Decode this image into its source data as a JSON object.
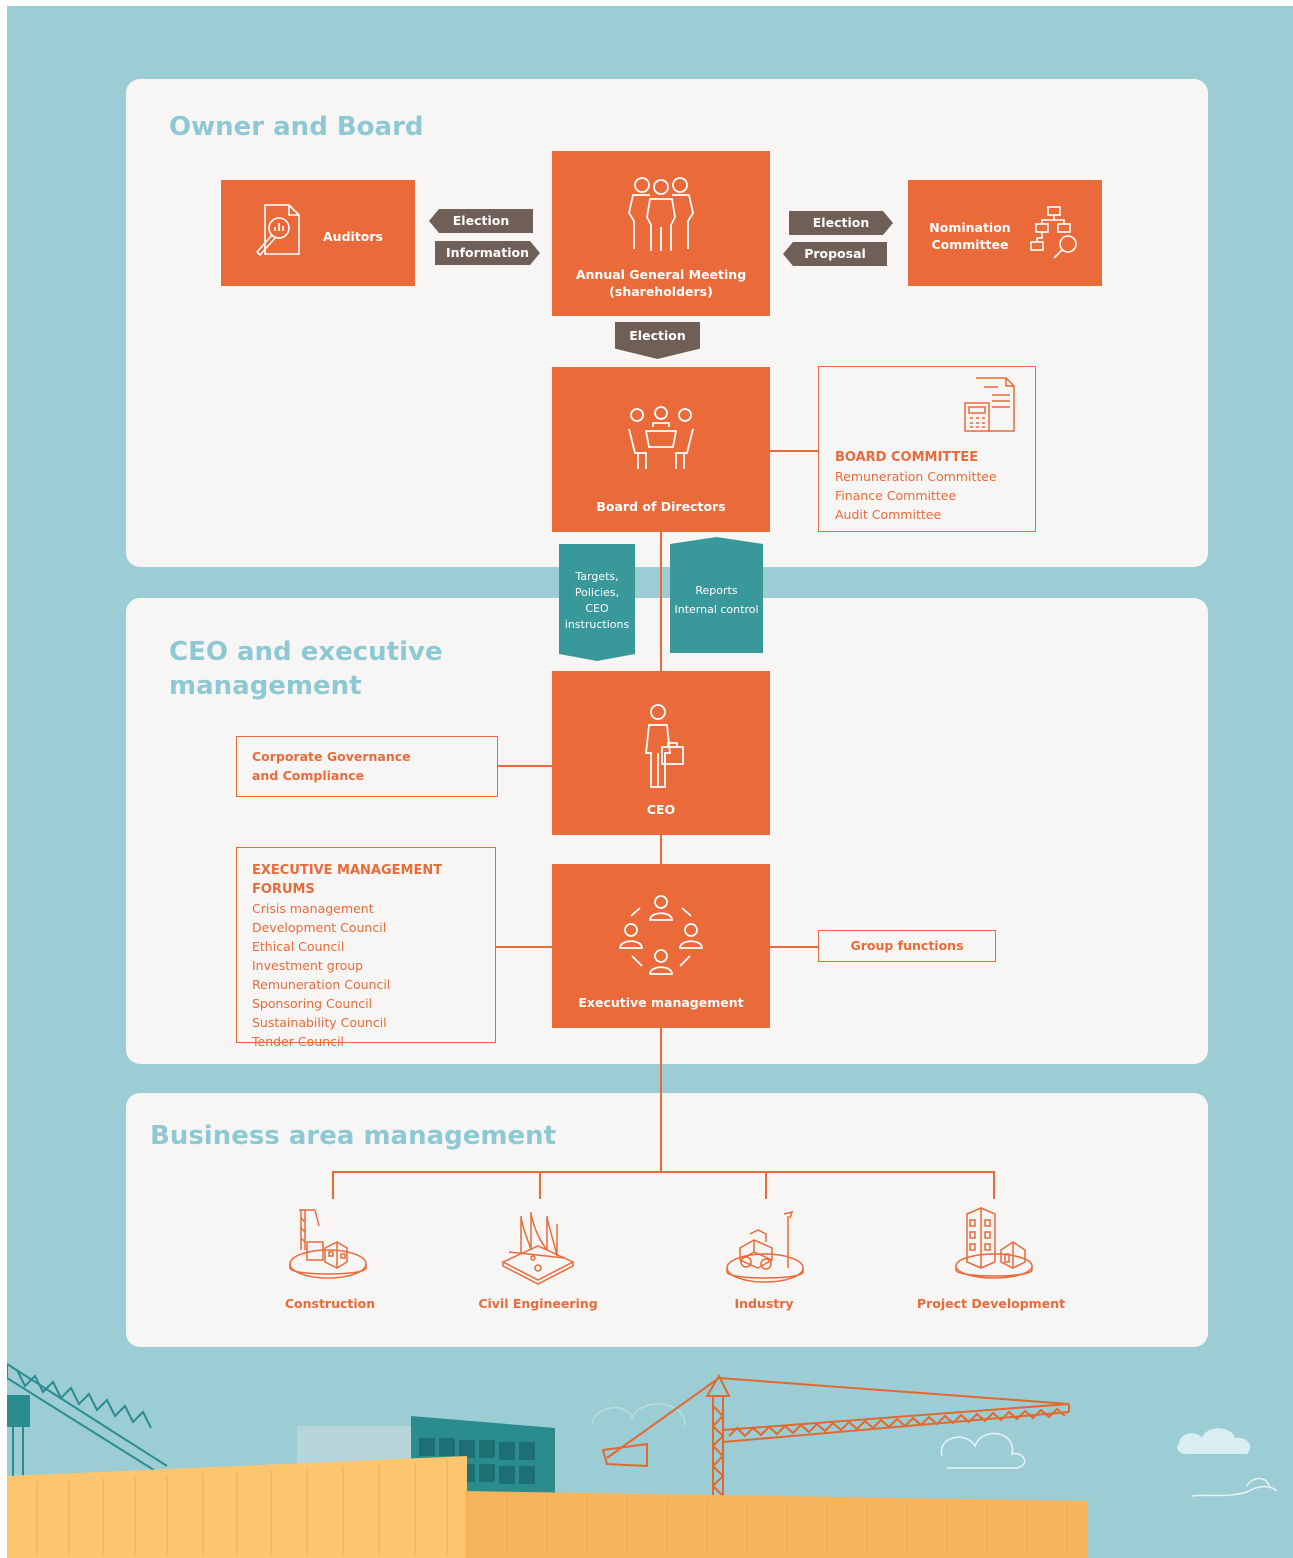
{
  "sections": {
    "owner_board": "Owner and Board",
    "ceo_exec_line1": "CEO and executive",
    "ceo_exec_line2": "management",
    "business_area": "Business area management"
  },
  "nodes": {
    "auditors": "Auditors",
    "agm_line1": "Annual General Meeting",
    "agm_line2": "(shareholders)",
    "nomination_line1": "Nomination",
    "nomination_line2": "Committee",
    "board": "Board of Directors",
    "ceo": "CEO",
    "exec_mgmt": "Executive management"
  },
  "tags": {
    "election_auditors": "Election",
    "information": "Information",
    "election_nomination": "Election",
    "proposal": "Proposal",
    "election_board": "Election"
  },
  "teal_tags": {
    "targets_line1": "Targets,",
    "targets_line2": "Policies,",
    "targets_line3": "CEO",
    "targets_line4": "instructions",
    "reports_line1": "Reports",
    "reports_line2": "Internal control"
  },
  "board_committee": {
    "heading": "BOARD COMMITTEE",
    "items": [
      "Remuneration Committee",
      "Finance Committee",
      "Audit Committee"
    ]
  },
  "corporate_governance": {
    "line1": "Corporate Governance",
    "line2": "and Compliance"
  },
  "exec_forums": {
    "heading": "EXECUTIVE MANAGEMENT FORUMS",
    "items": [
      "Crisis management",
      "Development Council",
      "Ethical Council",
      "Investment group",
      "Remuneration Council",
      "Sponsoring Council",
      "Sustainability Council",
      "Tender Council"
    ]
  },
  "group_functions": "Group functions",
  "business_areas": [
    "Construction",
    "Civil Engineering",
    "Industry",
    "Project Development"
  ],
  "colors": {
    "orange": "#ea6a3a",
    "teal": "#39989a",
    "tag_brown": "#6f5f57",
    "section_title": "#8ec9d3",
    "background": "#9ccdd5"
  }
}
